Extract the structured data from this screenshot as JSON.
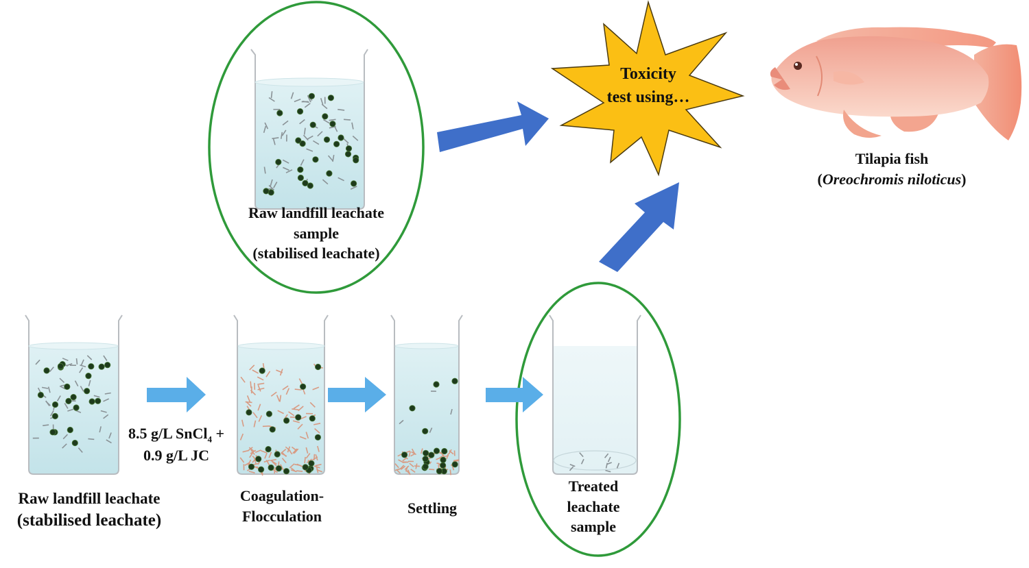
{
  "colors": {
    "ellipse": "#2f9a3a",
    "big_arrow": "#3f6fc9",
    "small_arrow": "#5aaee8",
    "star": "#fbbf14",
    "water": "#cfeaef",
    "beaker_outline": "#b8bcc0",
    "particle": "#1e3b1c"
  },
  "top_sample": {
    "line1": "Raw landfill leachate",
    "line2": "sample",
    "line3": "(stabilised leachate)"
  },
  "toxicity": {
    "line1": "Toxicity",
    "line2": "test using…"
  },
  "fish": {
    "line1": "Tilapia fish",
    "open_paren": "(",
    "species": "Oreochromis niloticus",
    "close_paren": ")"
  },
  "steps": {
    "raw": {
      "line1": "Raw landfill leachate",
      "line2": "(stabilised leachate)"
    },
    "dose": {
      "line1": "8.5 g/L SnCl",
      "subscript": "4",
      "plus": " +",
      "line2": "0.9 g/L JC"
    },
    "coag": {
      "line1": "Coagulation-",
      "line2": "Flocculation"
    },
    "settling": {
      "line1": "Settling"
    },
    "treated": {
      "line1": "Treated",
      "line2": "leachate",
      "line3": "sample"
    }
  }
}
